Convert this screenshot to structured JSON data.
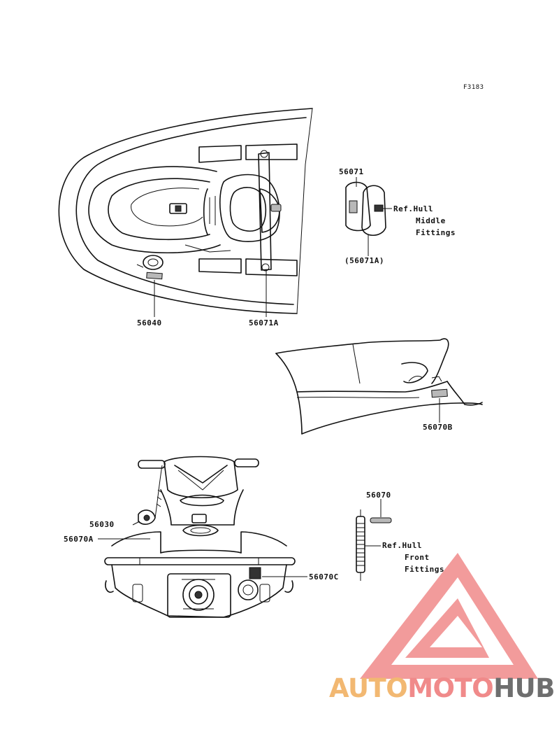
{
  "figure": {
    "code": "F3183"
  },
  "labels": {
    "p56071": "56071",
    "p56071A_paren": "(56071A)",
    "p56071A": "56071A",
    "p56040": "56040",
    "p56070B": "56070B",
    "p56070": "56070",
    "p56030": "56030",
    "p56070A": "56070A",
    "p56070C": "56070C"
  },
  "refs": {
    "middle": [
      "Ref.Hull",
      "Middle",
      "Fittings"
    ],
    "front": [
      "Ref.Hull",
      "Front",
      "Fittings"
    ]
  },
  "watermark": {
    "part1": "AUTO",
    "part2": "MOTO",
    "part3": "HUB",
    "colors": {
      "auto": "#f2b872",
      "moto": "#f08a8a",
      "hub": "#6e6e6e",
      "triangle": "#f08a8a"
    }
  }
}
